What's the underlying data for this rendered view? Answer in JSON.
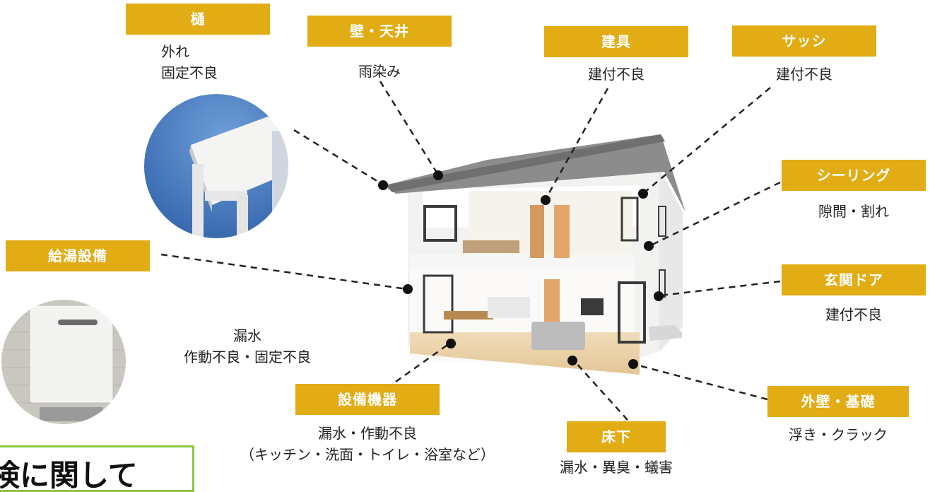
{
  "labels": [
    {
      "id": "gutter",
      "tag": "樋",
      "desc": [
        "外れ",
        "固定不良"
      ]
    },
    {
      "id": "wall-ceiling",
      "tag": "壁・天井",
      "desc": [
        "雨染み"
      ]
    },
    {
      "id": "fittings",
      "tag": "建具",
      "desc": [
        "建付不良"
      ]
    },
    {
      "id": "sash",
      "tag": "サッシ",
      "desc": [
        "建付不良"
      ]
    },
    {
      "id": "sealing",
      "tag": "シーリング",
      "desc": [
        "隙間・割れ"
      ]
    },
    {
      "id": "water-heater",
      "tag": "給湯設備",
      "desc": [
        "漏水",
        "作動不良・固定不良"
      ]
    },
    {
      "id": "entrance-door",
      "tag": "玄関ドア",
      "desc": [
        "建付不良"
      ]
    },
    {
      "id": "equipment",
      "tag": "設備機器",
      "desc": [
        "漏水・作動不良",
        "（キッチン・洗面・トイレ・浴室など）"
      ]
    },
    {
      "id": "underfloor",
      "tag": "床下",
      "desc": [
        "漏水・異臭・蟻害"
      ]
    },
    {
      "id": "exterior",
      "tag": "外壁・基礎",
      "desc": [
        "浮き・クラック"
      ]
    }
  ],
  "bottom_heading": "検に関して",
  "colors": {
    "tag": "#e2ac14",
    "line": "#222222",
    "frame": "#8cc63f"
  }
}
